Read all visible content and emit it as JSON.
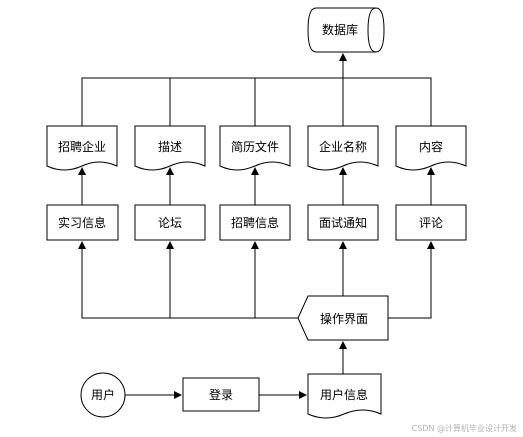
{
  "database": {
    "label": "数据库"
  },
  "documents": [
    {
      "id": "recruit-company",
      "label": "招聘企业"
    },
    {
      "id": "description",
      "label": "描述"
    },
    {
      "id": "resume-file",
      "label": "简历文件"
    },
    {
      "id": "company-name",
      "label": "企业名称"
    },
    {
      "id": "content",
      "label": "内容"
    }
  ],
  "processes": [
    {
      "id": "internship-info",
      "label": "实习信息"
    },
    {
      "id": "forum",
      "label": "论坛"
    },
    {
      "id": "recruit-info",
      "label": "招聘信息"
    },
    {
      "id": "interview-notice",
      "label": "面试通知"
    },
    {
      "id": "comment",
      "label": "评论"
    }
  ],
  "interface": {
    "label": "操作界面"
  },
  "user": {
    "label": "用户"
  },
  "login": {
    "label": "登录"
  },
  "user_info": {
    "label": "用户信息"
  },
  "watermark": "CSDN @计算机毕业设计开发"
}
